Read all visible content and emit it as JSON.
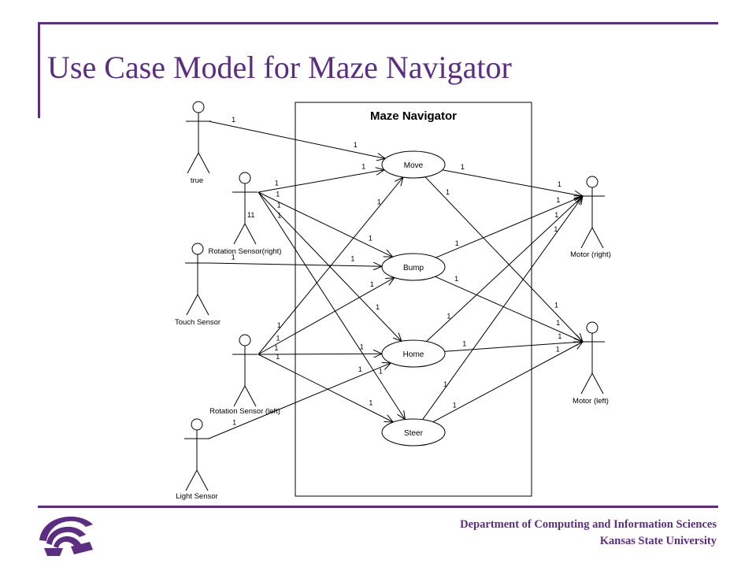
{
  "slide": {
    "title": "Use Case Model for Maze Navigator",
    "accent_color": "#5c2d82"
  },
  "diagram": {
    "system_name": "Maze Navigator",
    "actors": [
      {
        "id": "true",
        "label": "true"
      },
      {
        "id": "rot_right",
        "label": "Rotation Sensor(right)"
      },
      {
        "id": "touch",
        "label": "Touch Sensor"
      },
      {
        "id": "rot_left",
        "label": "Rotation Sensor (left)"
      },
      {
        "id": "light",
        "label": "Light Sensor"
      },
      {
        "id": "motor_right",
        "label": "Motor (right)"
      },
      {
        "id": "motor_left",
        "label": "Motor (left)"
      }
    ],
    "use_cases": [
      {
        "id": "move",
        "label": "Move"
      },
      {
        "id": "bump",
        "label": "Bump"
      },
      {
        "id": "home",
        "label": "Home"
      },
      {
        "id": "steer",
        "label": "Steer"
      }
    ],
    "associations": [
      {
        "from": "true",
        "to": "move"
      },
      {
        "from": "rot_right",
        "to": "move"
      },
      {
        "from": "rot_right",
        "to": "bump"
      },
      {
        "from": "rot_right",
        "to": "home"
      },
      {
        "from": "rot_right",
        "to": "steer"
      },
      {
        "from": "touch",
        "to": "bump"
      },
      {
        "from": "rot_left",
        "to": "move"
      },
      {
        "from": "rot_left",
        "to": "bump"
      },
      {
        "from": "rot_left",
        "to": "home"
      },
      {
        "from": "rot_left",
        "to": "steer"
      },
      {
        "from": "light",
        "to": "home"
      },
      {
        "from": "move",
        "to": "motor_right"
      },
      {
        "from": "move",
        "to": "motor_left"
      },
      {
        "from": "bump",
        "to": "motor_right"
      },
      {
        "from": "bump",
        "to": "motor_left"
      },
      {
        "from": "home",
        "to": "motor_right"
      },
      {
        "from": "home",
        "to": "motor_left"
      },
      {
        "from": "steer",
        "to": "motor_right"
      },
      {
        "from": "steer",
        "to": "motor_left"
      }
    ],
    "multiplicity_text": "1",
    "extra_multiplicity_text": "11"
  },
  "footer": {
    "department": "Department of Computing and Information Sciences",
    "university": "Kansas State University",
    "logo_icon": "wildcat-logo-icon"
  }
}
